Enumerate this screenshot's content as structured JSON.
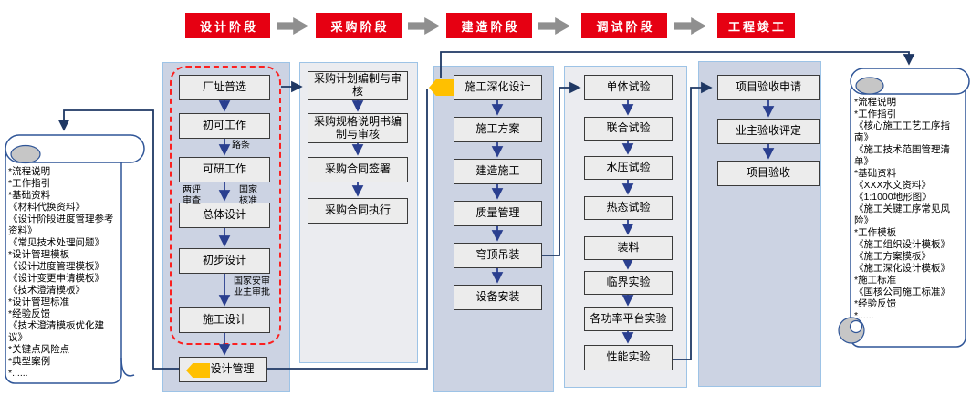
{
  "phases": [
    "设计阶段",
    "采购阶段",
    "建造阶段",
    "调试阶段",
    "工程竣工"
  ],
  "design": {
    "steps": [
      "厂址普选",
      "初可工作",
      "可研工作",
      "总体设计",
      "初步设计",
      "施工设计"
    ],
    "management": "设计管理",
    "arrow_labels": {
      "lutiao": "路条",
      "pingshen": "两评\n审查",
      "hezhun": "国家\n核准",
      "anshen": "国家安审\n业主审批"
    }
  },
  "procurement": {
    "steps": [
      "采购计划编制与审核",
      "采购规格说明书编制与审核",
      "采购合同签署",
      "采购合同执行"
    ]
  },
  "construction": {
    "steps": [
      "施工深化设计",
      "施工方案",
      "建造施工",
      "质量管理",
      "穹顶吊装",
      "设备安装"
    ]
  },
  "commissioning": {
    "steps": [
      "单体试验",
      "联合试验",
      "水压试验",
      "热态试验",
      "装料",
      "临界实验",
      "各功率平台实验",
      "性能实验"
    ]
  },
  "completion": {
    "steps": [
      "项目验收申请",
      "业主验收评定",
      "项目验收"
    ]
  },
  "left_scroll": {
    "text": "*流程说明\n*工作指引\n*基础资料\n《材料代换资料》\n《设计阶段进度管理参考资料》\n《常见技术处理问题》\n*设计管理模板\n《设计进度管理模板》\n《设计变更申请模板》\n《技术澄清模板》\n*设计管理标准\n*经验反馈\n《技术澄清模板优化建议》\n*关键点风险点\n*典型案例\n*......"
  },
  "right_scroll": {
    "text": "*流程说明\n*工作指引\n《核心施工工艺工序指南》\n《施工技术范围管理清单》\n*基础资料\n《XXX水文资料》\n《1:1000地形图》\n《施工关键工序常见风险》\n*工作模板\n《施工组织设计模板》\n《施工方案模板》\n《施工深化设计模板》\n*施工标准\n《国核公司施工标准》\n*经验反馈\n*......"
  },
  "colors": {
    "phase_red": "#e60012",
    "flow_arrow_blue": "#2a3f8f",
    "elbow_blue": "#1f3864",
    "column_blue_fill": "#ccd3e3",
    "column_gray_fill": "#ebecf0",
    "box_fill": "#ececec",
    "accent_orange": "#ffc000",
    "scroll_border": "#2f5597"
  }
}
